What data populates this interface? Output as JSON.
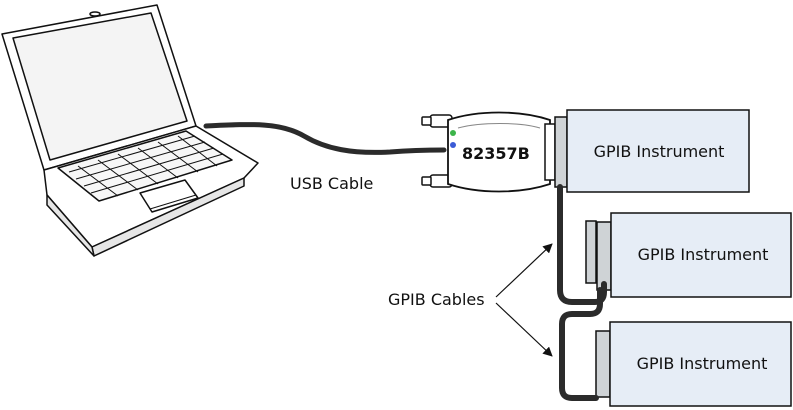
{
  "labels": {
    "usb_cable": "USB Cable",
    "adapter": "82357B",
    "gpib_cables": "GPIB Cables"
  },
  "instruments": [
    {
      "label": "GPIB Instrument"
    },
    {
      "label": "GPIB Instrument"
    },
    {
      "label": "GPIB Instrument"
    }
  ],
  "colors": {
    "instrument_fill": "#e6edf6",
    "connector_fill": "#cfd3d6",
    "cable": "#2b2b2b",
    "led_green": "#3cb44a",
    "led_blue": "#3b5bd6"
  }
}
